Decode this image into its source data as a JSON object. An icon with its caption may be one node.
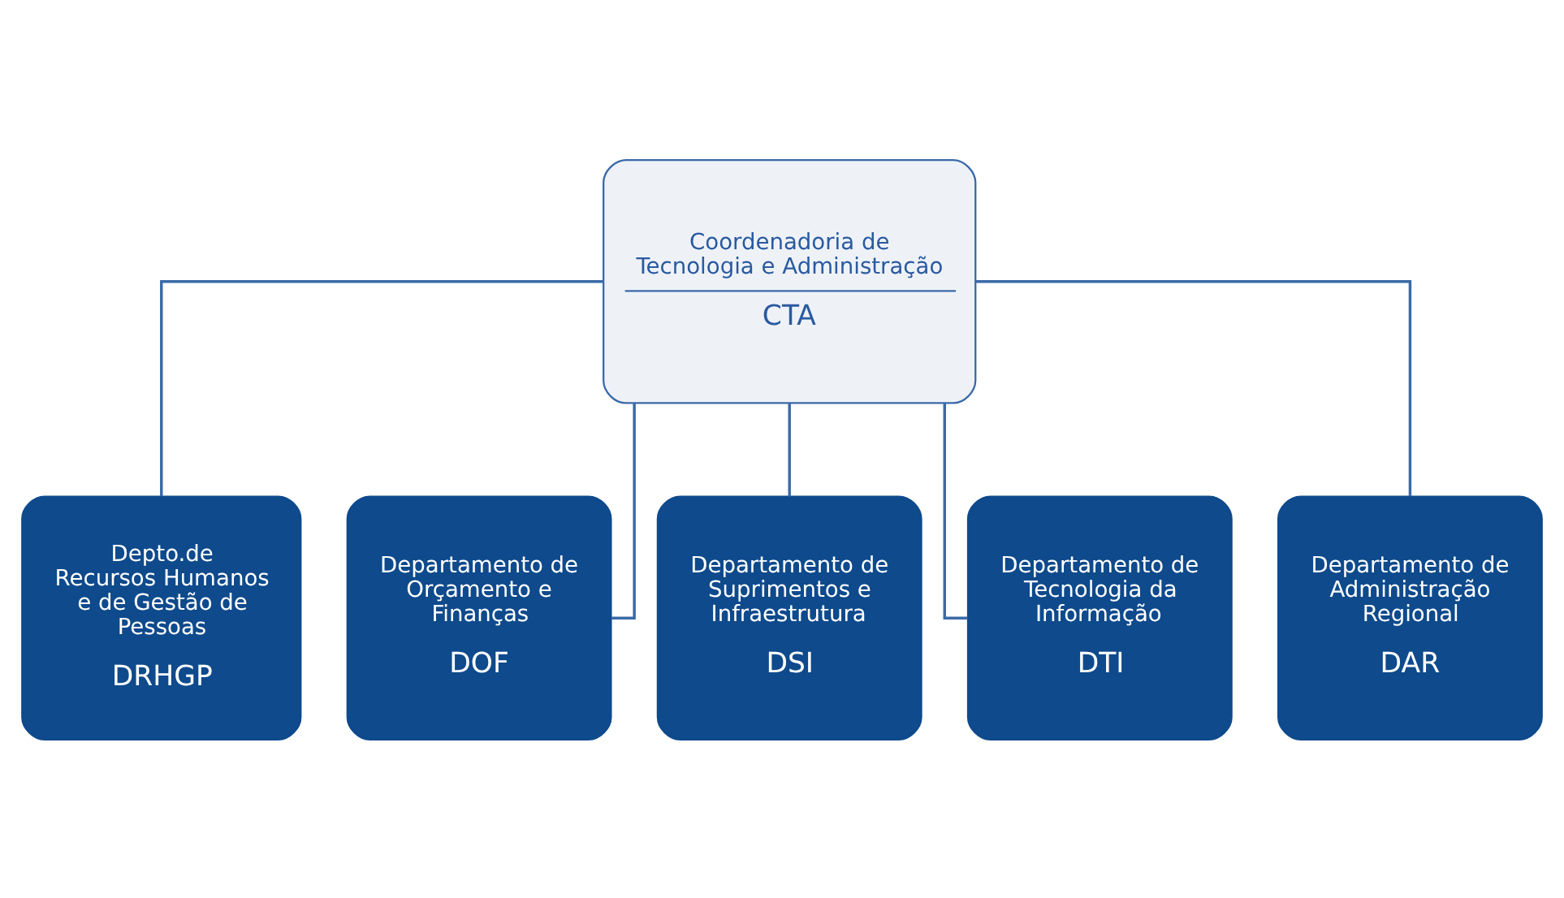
{
  "diagram": {
    "nodes": [
      {
        "text": [
          "Coordenadoria de Tecnologia e Administração",
          "CTA"
        ]
      },
      {
        "text": [
          "Depto.de Recursos Humanos e de Gestão de Pessoas",
          "DRHGP"
        ]
      },
      {
        "text": [
          "Departamento de Orçamento e Finanças",
          "DOF"
        ]
      },
      {
        "text": [
          "Departamento de Suprimentos e Infraestrutura",
          "DSI"
        ]
      },
      {
        "text": [
          "Departamento de Tecnologia da Informação",
          "DTI"
        ]
      },
      {
        "text": [
          "Departamento de Administração Regional",
          "DAR"
        ]
      }
    ],
    "edges": [
      {
        "from": 0,
        "to": 1,
        "arrow": "none"
      },
      {
        "from": 0,
        "to": 2,
        "arrow": "none"
      },
      {
        "from": 0,
        "to": 3,
        "arrow": "none"
      },
      {
        "from": 0,
        "to": 4,
        "arrow": "none"
      },
      {
        "from": 0,
        "to": 5,
        "arrow": "none"
      }
    ]
  }
}
